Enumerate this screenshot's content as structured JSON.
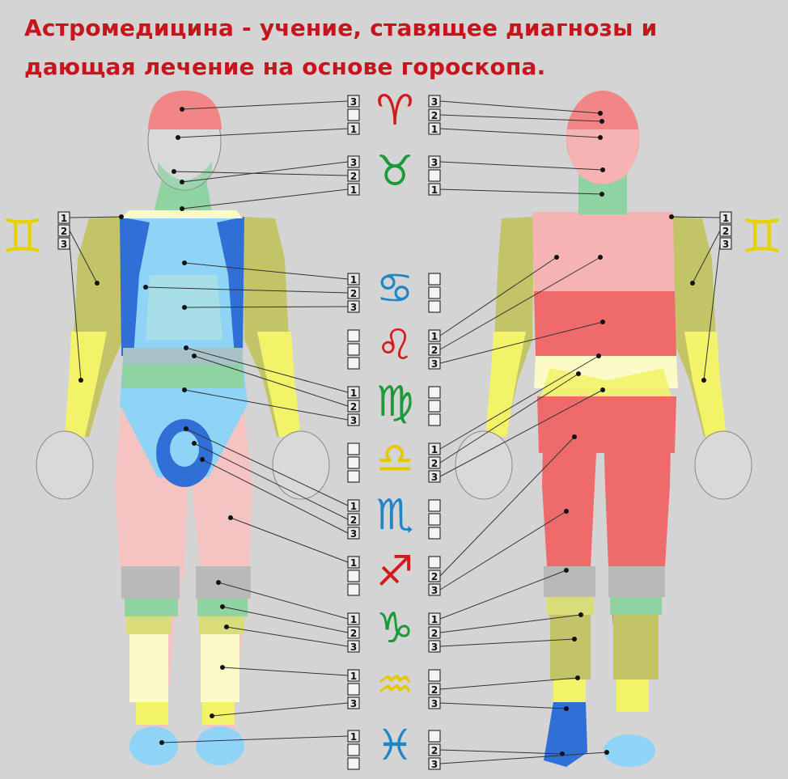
{
  "title": {
    "line1": "Астромедицина - учение, ставящее диагнозы и",
    "line2": "дающая лечение на основе гороскопа."
  },
  "signs": [
    {
      "name": "aries",
      "glyph": "♈",
      "color": "#d21b1b",
      "front": [
        "3",
        "",
        "1"
      ],
      "back": [
        "3",
        "2",
        "1"
      ]
    },
    {
      "name": "taurus",
      "glyph": "♉",
      "color": "#1a9a3a",
      "front": [
        "3",
        "2",
        "1"
      ],
      "back": [
        "3",
        "",
        "1"
      ]
    },
    {
      "name": "cancer",
      "glyph": "♋",
      "color": "#1f86c8",
      "front": [
        "1",
        "2",
        "3"
      ],
      "back": [
        "",
        "",
        ""
      ]
    },
    {
      "name": "leo",
      "glyph": "♌",
      "color": "#d21b1b",
      "front": [
        "",
        "",
        ""
      ],
      "back": [
        "1",
        "2",
        "3"
      ]
    },
    {
      "name": "virgo",
      "glyph": "♍",
      "color": "#1a9a3a",
      "front": [
        "1",
        "2",
        "3"
      ],
      "back": [
        "",
        "",
        ""
      ]
    },
    {
      "name": "libra",
      "glyph": "♎",
      "color": "#e6c800",
      "front": [
        "",
        "",
        ""
      ],
      "back": [
        "1",
        "2",
        "3"
      ]
    },
    {
      "name": "scorpio",
      "glyph": "♏",
      "color": "#1f86c8",
      "front": [
        "1",
        "2",
        "3"
      ],
      "back": [
        "",
        "",
        ""
      ]
    },
    {
      "name": "sagittarius",
      "glyph": "♐",
      "color": "#d21b1b",
      "front": [
        "1",
        "",
        ""
      ],
      "back": [
        "",
        "2",
        "3"
      ]
    },
    {
      "name": "capricorn",
      "glyph": "♑",
      "color": "#1a9a3a",
      "front": [
        "1",
        "2",
        "3"
      ],
      "back": [
        "1",
        "2",
        "3"
      ]
    },
    {
      "name": "aquarius",
      "glyph": "♒",
      "color": "#e6c800",
      "front": [
        "1",
        "",
        "3"
      ],
      "back": [
        "",
        "2",
        "3"
      ]
    },
    {
      "name": "pisces",
      "glyph": "♓",
      "color": "#1f86c8",
      "front": [
        "1",
        "",
        ""
      ],
      "back": [
        "",
        "2",
        "3"
      ]
    }
  ],
  "gemini": {
    "glyph": "♊",
    "color": "#e6d200",
    "left_boxes": [
      "1",
      "2",
      "3"
    ],
    "right_boxes": [
      "1",
      "2",
      "3"
    ]
  },
  "colors": {
    "title": "#c8151d",
    "background": "#d4d4d4",
    "skin": "#d9d9d9",
    "head_red": "#f28585",
    "neck_green": "#8fd3a3",
    "arm_olive": "#c2c467",
    "arm_yellow": "#f3f36a",
    "chest_blue": "#8fd3f6",
    "chest_darkblue": "#2f6fd6",
    "pink": "#f6c3c3",
    "back_red": "#ef6b6b",
    "knee_gray": "#a8a8a8",
    "cream": "#fbfbc8"
  }
}
